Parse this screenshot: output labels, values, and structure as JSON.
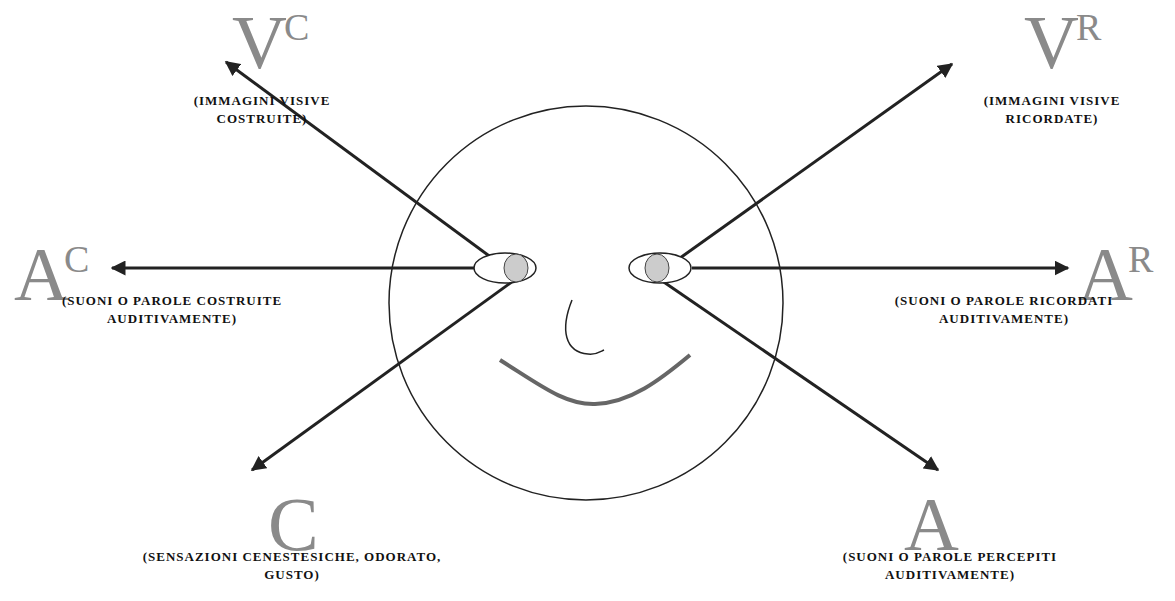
{
  "diagram": {
    "labels": [
      "V",
      "C",
      "(IMMAGINI VISIVE COSTRUITE)",
      "V",
      "R",
      "(IMMAGINI VISIVE RICORDATE)",
      "A",
      "C",
      "(SUONI O PAROLE COSTRUITE AUDITIVAMENTE)",
      "A",
      "R",
      "(SUONI O PAROLE RICORDATI AUDITIVAMENTE)",
      "C",
      "(SENSAZIONI CENESTESICHE, ODORATO, GUSTO)",
      "A",
      "(SUONI O PAROLE PERCEPITI AUDITIVAMENTE)"
    ]
  }
}
